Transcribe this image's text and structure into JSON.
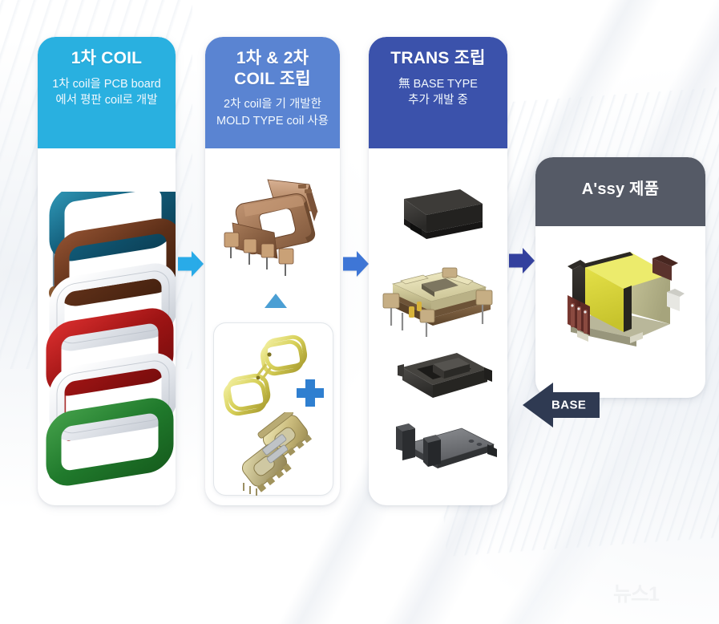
{
  "meta": {
    "diagram_title": "Transformer assembly process flow",
    "background_color": "#ffffff"
  },
  "steps": [
    {
      "id": "step-1",
      "title": "1차 COIL",
      "subtitle_lines": [
        "1차 coil을 PCB board",
        "에서 평판 coil로 개발"
      ],
      "header_color": "#29b0e0",
      "illustration": "stacked-pcb-coil-layers",
      "layer_colors": [
        "#1a6e8c",
        "#6e3a22",
        "#e3e6ea",
        "#b01d1d",
        "#dfe2e7",
        "#2a7a34"
      ]
    },
    {
      "id": "step-2",
      "title_lines": [
        "1차 & 2차",
        "COIL 조립"
      ],
      "subtitle_lines": [
        "2차 coil을  기 개발한",
        "MOLD TYPE coil 사용"
      ],
      "header_color": "#5a84d2",
      "illustration": "brown-bobbin-coil",
      "sub_illustrations": [
        "gold-wire-coil",
        "gold-mold-type-coil"
      ],
      "plus_icon_color": "#2f7fd0",
      "triangle_icon_color": "#4b9fd4"
    },
    {
      "id": "step-3",
      "title": "TRANS 조립",
      "subtitle_lines": [
        "無 BASE TYPE",
        "추가 개발 중"
      ],
      "header_color": "#3b52ab",
      "illustration": "transformer-exploded-view",
      "parts": [
        "black-top-cover",
        "beige-core-winding-assembly",
        "black-mid-housing",
        "dark-gray-base-plate"
      ]
    },
    {
      "id": "step-4",
      "title": "A'ssy 제품",
      "header_color": "#555a66",
      "illustration": "finished-transformer-product",
      "product_colors": [
        "#d8d63c",
        "#22211e",
        "#5d2a26",
        "#b8b79a"
      ]
    }
  ],
  "arrows": [
    {
      "id": "arrow-1",
      "direction": "right",
      "color": "#29abe8"
    },
    {
      "id": "arrow-2",
      "direction": "right",
      "color": "#3e76d6"
    },
    {
      "id": "arrow-3",
      "direction": "right",
      "color": "#33409e"
    }
  ],
  "base_arrow": {
    "label": "BASE",
    "direction": "left",
    "color": "#2f3a52",
    "label_color": "#ffffff"
  },
  "watermark": {
    "text": "뉴스1",
    "color": "#e8eaec"
  }
}
